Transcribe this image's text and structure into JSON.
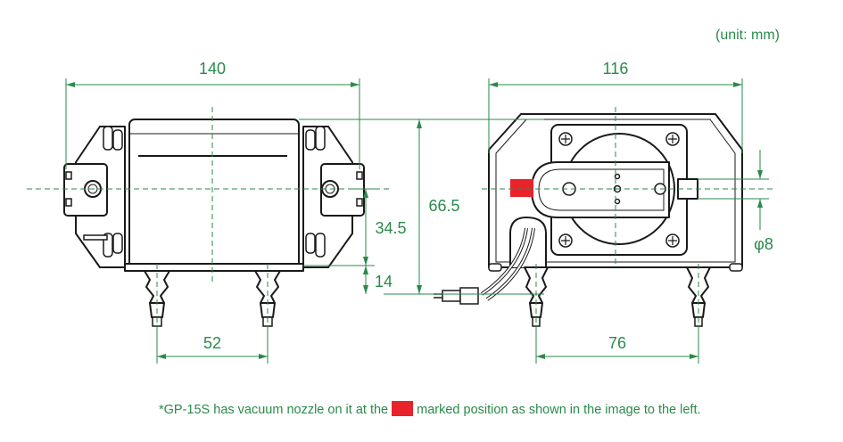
{
  "unit_label": "(unit: mm)",
  "dimensions": {
    "front_width": "140",
    "side_width": "116",
    "height": "66.5",
    "center_height": "34.5",
    "foot_height": "14",
    "front_foot_spacing": "52",
    "side_foot_spacing": "76",
    "nozzle_diameter": "φ8"
  },
  "note": {
    "before": "*GP-15S has vacuum nozzle on it at the",
    "after": "marked position as shown in the image to the left."
  },
  "colors": {
    "dimension": "#2a8a4a",
    "outline": "#1a1a1a",
    "marker": "#e8232a"
  }
}
